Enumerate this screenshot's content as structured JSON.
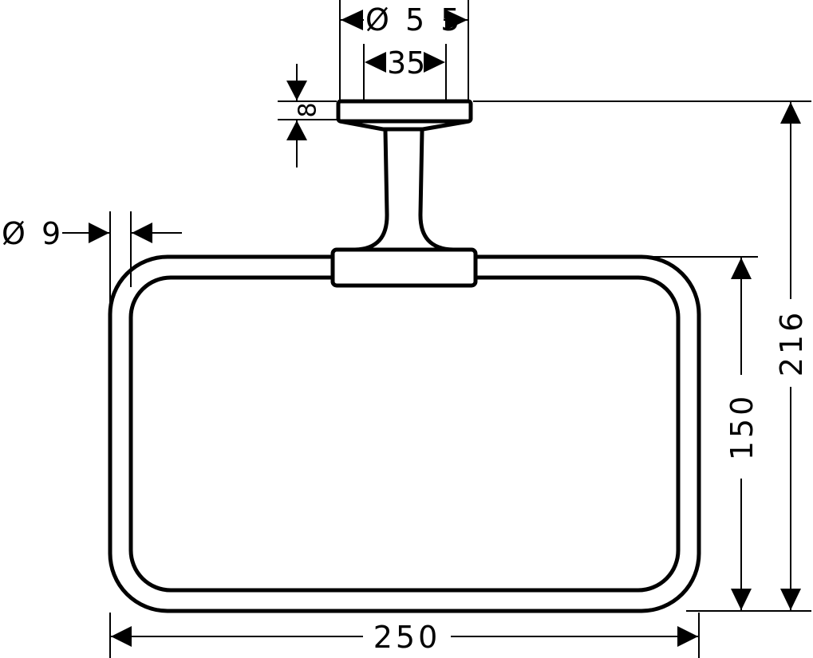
{
  "drawing": {
    "dimensions": {
      "mount_diameter": "Ø 5 5",
      "inner_diameter": "35",
      "plate_thickness": "8",
      "tube_diameter": "Ø 9",
      "ring_height": "150",
      "total_height": "216",
      "total_width": "250"
    }
  }
}
